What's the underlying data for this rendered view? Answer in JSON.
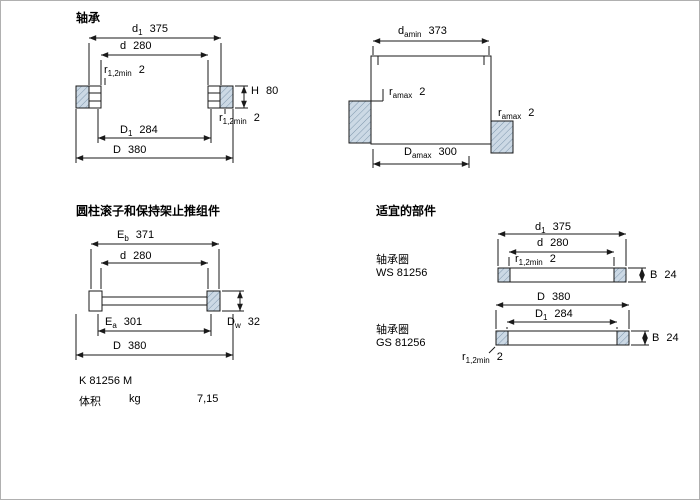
{
  "theme": {
    "line_color": "#1a1a1a",
    "hatch_fill": "#ccd9e5",
    "hatch_line": "#7f97ad",
    "page_bg": "#ffffff",
    "border_color": "#b0b0b0"
  },
  "sections": {
    "bearing": {
      "title": "轴承",
      "dims": {
        "d1": {
          "label": "d",
          "sub": "1",
          "value": "375"
        },
        "d": {
          "label": "d",
          "sub": "",
          "value": "280"
        },
        "r12_top": {
          "label": "r",
          "sub": "1,2min",
          "value": "2"
        },
        "H": {
          "label": "H",
          "sub": "",
          "value": "80"
        },
        "r12_bottom": {
          "label": "r",
          "sub": "1,2min",
          "value": "2"
        },
        "D1": {
          "label": "D",
          "sub": "1",
          "value": "284"
        },
        "D": {
          "label": "D",
          "sub": "",
          "value": "380"
        }
      }
    },
    "abutment": {
      "dims": {
        "damin": {
          "label": "d",
          "sub": "amin",
          "value": "373"
        },
        "ramax_left": {
          "label": "r",
          "sub": "amax",
          "value": "2"
        },
        "ramax_right": {
          "label": "r",
          "sub": "amax",
          "value": "2"
        },
        "Damax": {
          "label": "D",
          "sub": "amax",
          "value": "300"
        }
      }
    },
    "assembly": {
      "title": "圆柱滚子和保持架止推组件",
      "designation": "K 81256 M",
      "mass_label": "体积",
      "mass_unit": "kg",
      "mass_value": "7,15",
      "dims": {
        "Eb": {
          "label": "E",
          "sub": "b",
          "value": "371"
        },
        "d": {
          "label": "d",
          "sub": "",
          "value": "280"
        },
        "Ea": {
          "label": "E",
          "sub": "a",
          "value": "301"
        },
        "D": {
          "label": "D",
          "sub": "",
          "value": "380"
        },
        "Dw": {
          "label": "D",
          "sub": "w",
          "value": "32"
        }
      }
    },
    "suitable": {
      "title": "适宜的部件",
      "parts": [
        {
          "type": "轴承圈",
          "designation": "WS 81256"
        },
        {
          "type": "轴承圈",
          "designation": "GS 81256"
        }
      ],
      "dims": {
        "d1": {
          "label": "d",
          "sub": "1",
          "value": "375"
        },
        "d": {
          "label": "d",
          "sub": "",
          "value": "280"
        },
        "r12_ws": {
          "label": "r",
          "sub": "1,2min",
          "value": "2"
        },
        "B_ws": {
          "label": "B",
          "sub": "",
          "value": "24"
        },
        "D": {
          "label": "D",
          "sub": "",
          "value": "380"
        },
        "D1": {
          "label": "D",
          "sub": "1",
          "value": "284"
        },
        "B_gs": {
          "label": "B",
          "sub": "",
          "value": "24"
        },
        "r12_gs": {
          "label": "r",
          "sub": "1,2min",
          "value": "2"
        }
      }
    }
  }
}
